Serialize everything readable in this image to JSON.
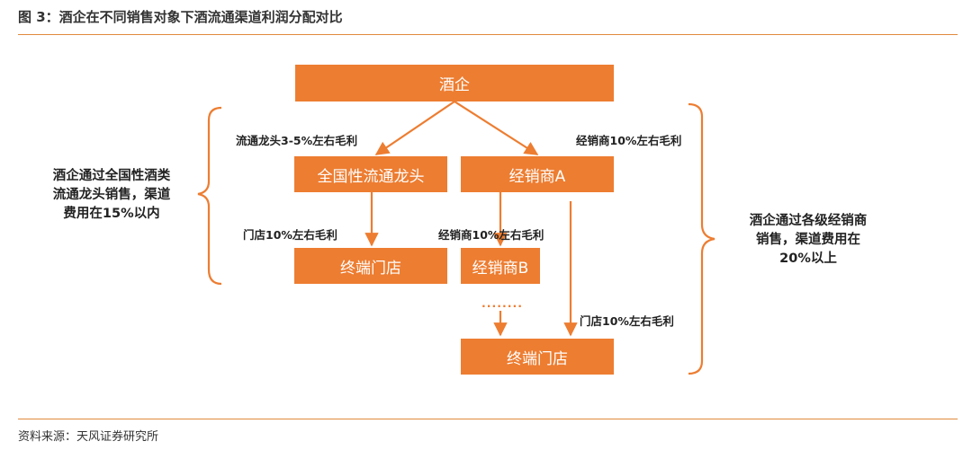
{
  "header": {
    "title": "图 3：酒企在不同销售对象下酒流通渠道利润分配对比"
  },
  "footer": {
    "source": "资料来源：天风证券研究所"
  },
  "diagram": {
    "nodes": {
      "winery": "酒企",
      "national_leader": "全国性流通龙头",
      "distributor_a": "经销商A",
      "terminal_store_left": "终端门店",
      "distributor_b": "经销商B",
      "terminal_store_bottom": "终端门店"
    },
    "edge_labels": {
      "leader_margin": "流通龙头3-5%左右毛利",
      "distributor_margin": "经销商10%左右毛利",
      "store_margin_left": "门店10%左右毛利",
      "distributor_b_margin": "经销商10%左右毛利",
      "store_margin_right": "门店10%左右毛利"
    },
    "ellipsis": "........",
    "left_note": [
      "酒企通过全国性酒类",
      "流通龙头销售，渠道",
      "费用在15%以内"
    ],
    "right_note": [
      "酒企通过各级经销商",
      "销售，渠道费用在",
      "20%以上"
    ],
    "colors": {
      "box_fill": "#ed7d31",
      "line": "#ed7d31",
      "rule": "#e08a3c"
    }
  }
}
